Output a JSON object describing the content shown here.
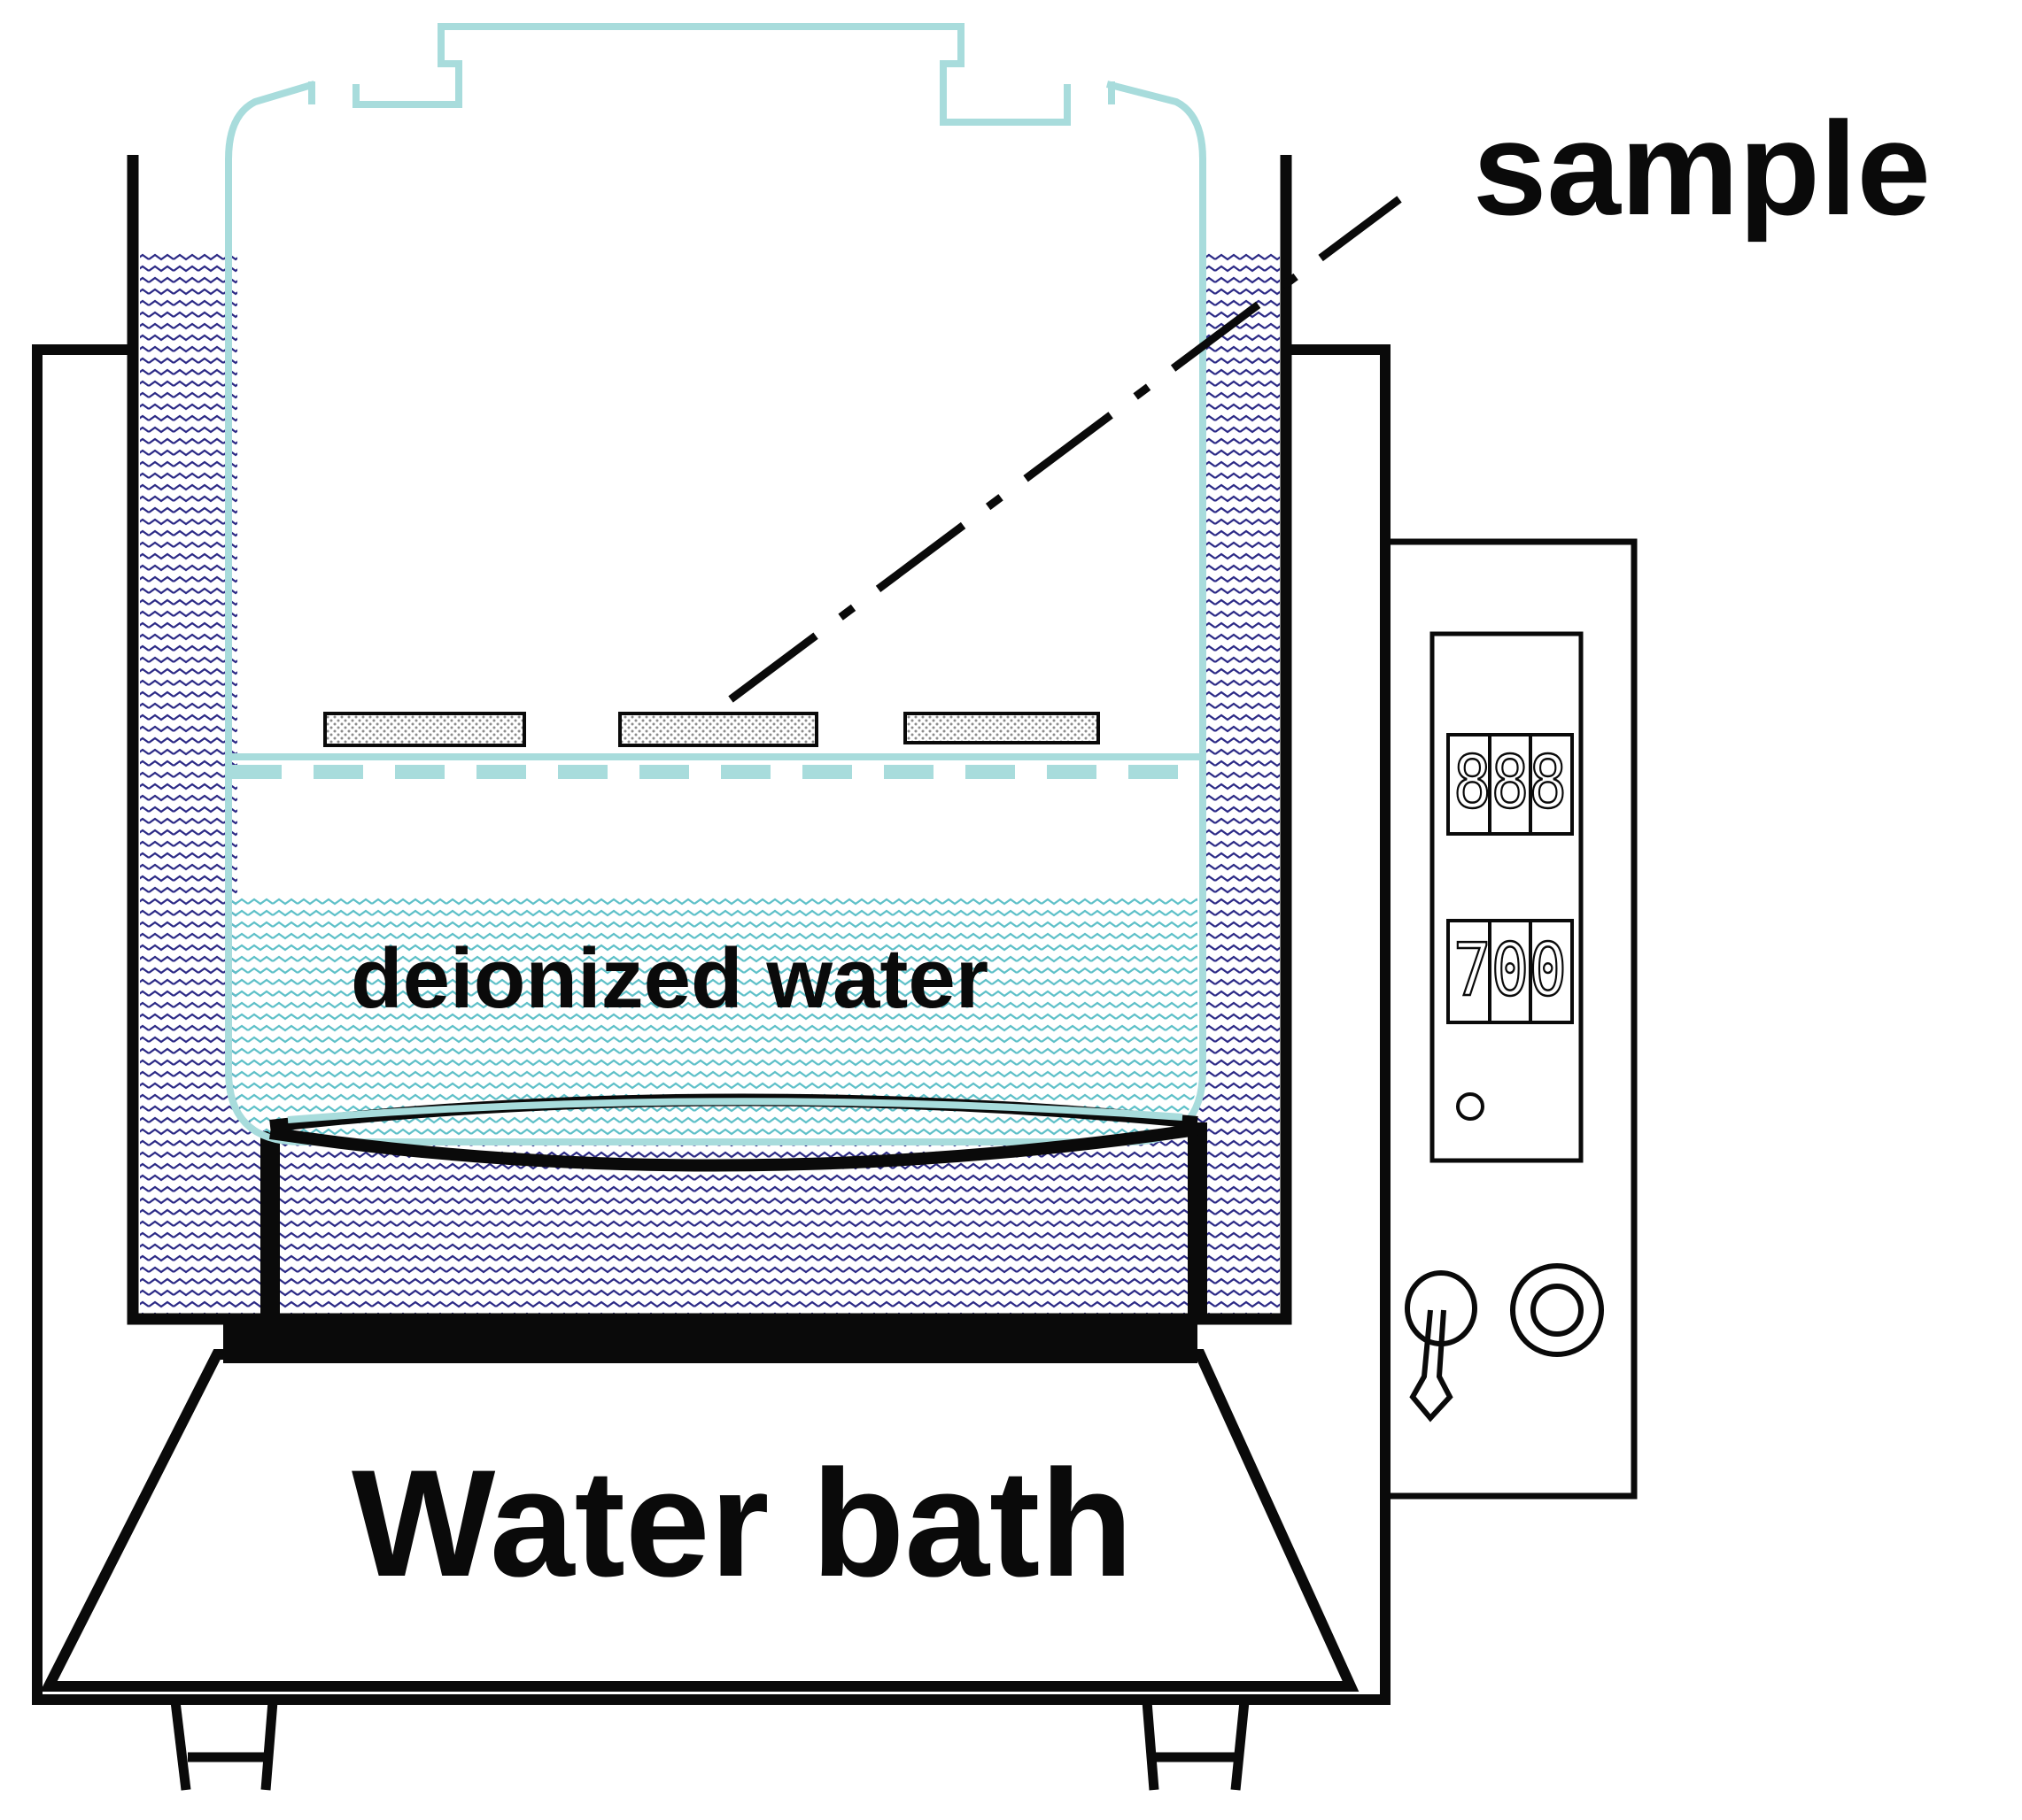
{
  "labels": {
    "sample": "sample",
    "deionized_water": "deionized water",
    "water_bath": "Water bath"
  },
  "displays": {
    "upper_readout": "888",
    "lower_readout": "700"
  },
  "colors": {
    "outline": "#0a0a0a",
    "vessel": "#a8dcdc",
    "bath_water": "#2c2a86",
    "inner_water": "#5ec0c8",
    "sample_fill": "#b4b4b4",
    "background": "#ffffff"
  }
}
